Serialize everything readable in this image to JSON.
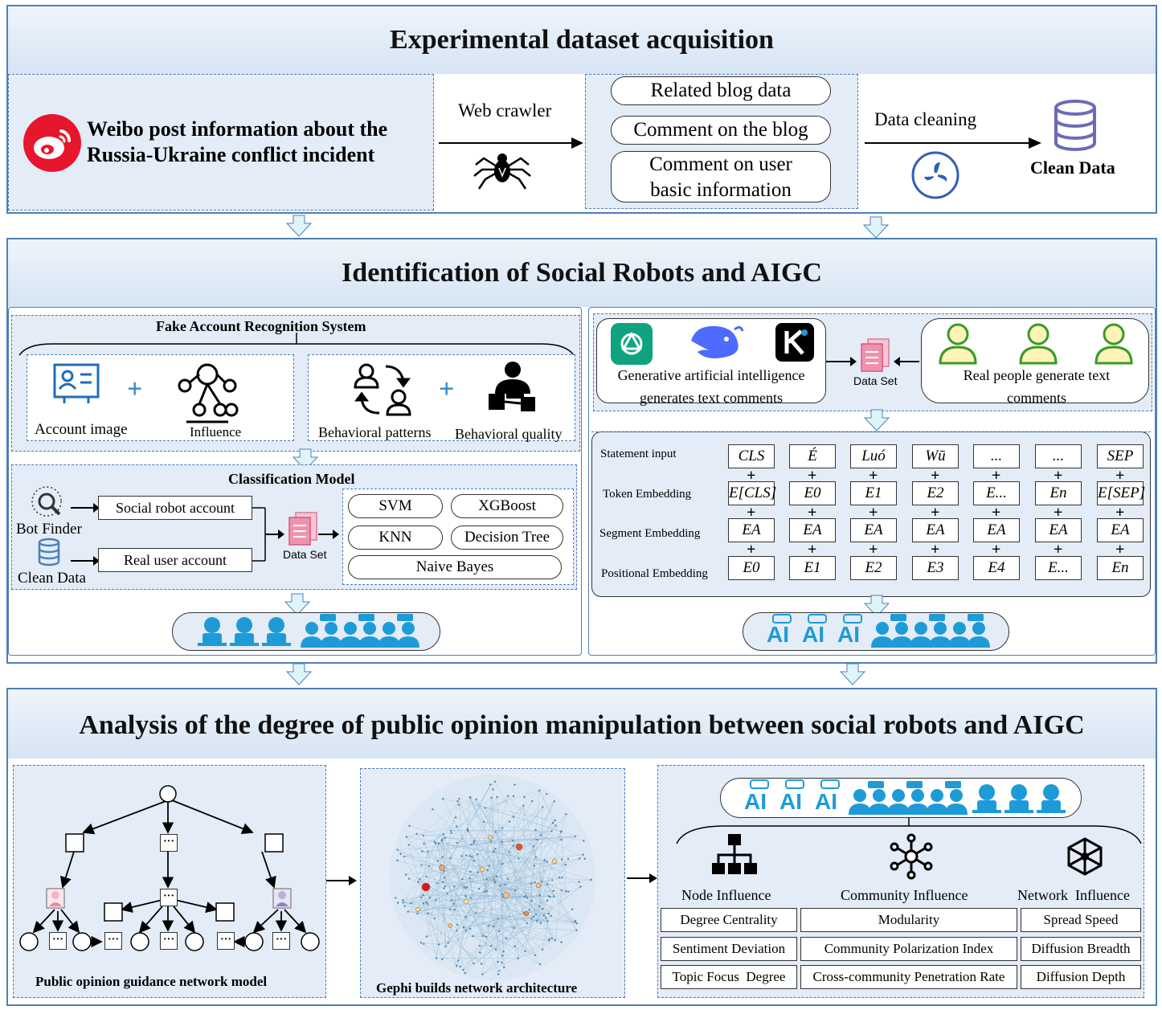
{
  "section1": {
    "title": "Experimental dataset acquisition",
    "weibo_text_line1": "Weibo post information about the",
    "weibo_text_line2": "Russia-Ukraine conflict incident",
    "web_crawler": "Web crawler",
    "data_items": [
      "Related blog data",
      "Comment on the blog",
      "Comment on user basic information"
    ],
    "data_cleaning": "Data cleaning",
    "clean_data": "Clean Data"
  },
  "section2": {
    "title": "Identification of Social Robots and AIGC",
    "fake_account_title": "Fake Account Recognition System",
    "account_image": "Account image",
    "influence": "Influence",
    "behavioral_patterns": "Behavioral patterns",
    "behavioral_quality": "Behavioral quality",
    "classification_title": "Classification Model",
    "bot_finder": "Bot Finder",
    "clean_data": "Clean Data",
    "social_robot_account": "Social robot account",
    "real_user_account": "Real user account",
    "data_set": "Data Set",
    "models": [
      "SVM",
      "XGBoost",
      "KNN",
      "Decision Tree",
      "Naive Bayes"
    ],
    "gen_ai_text": "Generative artificial intelligence generates text comments",
    "real_people_text": "Real people generate text comments",
    "data_set_right": "Data Set",
    "rows": [
      "Statement input",
      "Token Embedding",
      "Segment Embedding",
      "Positional Embedding"
    ],
    "tokens": [
      "CLS",
      "É",
      "Luó",
      "Wū",
      "...",
      "...",
      "SEP"
    ],
    "token_emb": [
      "E[CLS]",
      "E0",
      "E1",
      "E2",
      "E...",
      "En",
      "E[SEP]"
    ],
    "segment_emb": [
      "EA",
      "EA",
      "EA",
      "EA",
      "EA",
      "EA",
      "EA"
    ],
    "positional_emb": [
      "E0",
      "E1",
      "E2",
      "E3",
      "E4",
      "E...",
      "En"
    ],
    "ai_label": "AI"
  },
  "section3": {
    "title": "Analysis of the degree of public opinion manipulation between social robots and AIGC",
    "network_model": "Public opinion guidance network model",
    "gephi": "Gephi builds network architecture",
    "node_influence": "Node Influence",
    "community_influence": "Community Influence",
    "network_influence": "Network  Influence",
    "node_metrics": [
      "Degree Centrality",
      "Sentiment Deviation",
      "Topic Focus  Degree"
    ],
    "community_metrics": [
      "Modularity",
      "Community Polarization Index",
      "Cross-community Penetration Rate"
    ],
    "network_metrics": [
      "Spread Speed",
      "Diffusion Breadth",
      "Diffusion Depth"
    ],
    "ellipsis": "···"
  },
  "colors": {
    "border_blue": "#4f7fb8",
    "panel_fill": "#e3ecf7",
    "icon_blue": "#1e9bd7",
    "arrow_fill": "#dff4f8",
    "weibo_red": "#e6162d"
  }
}
